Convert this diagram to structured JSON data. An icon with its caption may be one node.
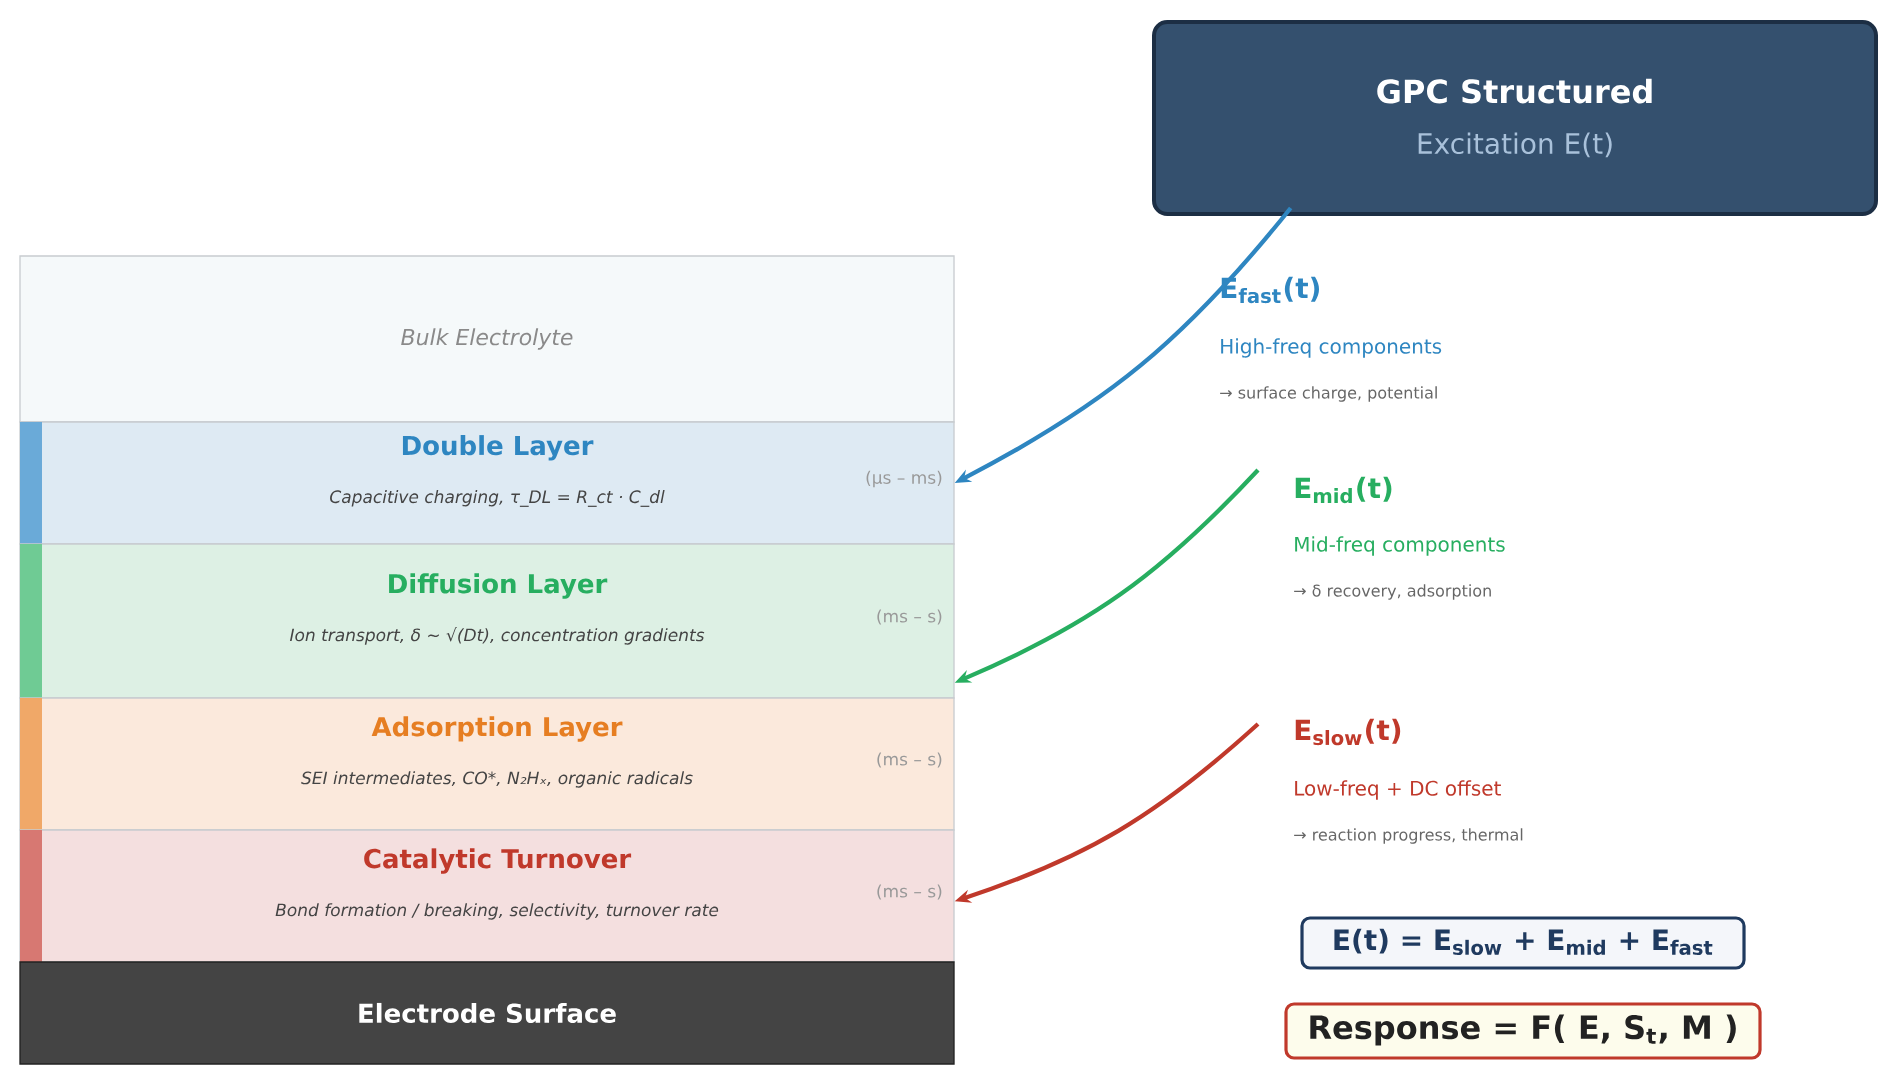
{
  "diagram": {
    "nodes": [
      {
        "text": [
          "GPC Structured",
          "Excitation E(t)"
        ]
      },
      {
        "text": [
          "Bulk Electrolyte"
        ]
      },
      {
        "text": [
          "Double Layer",
          "Capacitive charging, τ_DL = R_ct · C_dl",
          "(μs – ms)"
        ]
      },
      {
        "text": [
          "Diffusion Layer",
          "Ion transport, δ ~ √(Dt), concentration gradients",
          "(ms – s)"
        ]
      },
      {
        "text": [
          "Adsorption Layer",
          "SEI intermediates, CO*, N₂Hₓ, organic radicals",
          "(ms – s)"
        ]
      },
      {
        "text": [
          "Catalytic Turnover",
          "Bond formation / breaking, selectivity, turnover rate",
          "(ms – s)"
        ]
      },
      {
        "text": [
          "Electrode Surface"
        ]
      },
      {
        "text": [
          "E(t) = E$_{slow}$ + E$_{mid}$ + E$_{fast}$"
        ]
      },
      {
        "text": [
          "Response = F( E, S$_{t}$, M )"
        ]
      }
    ],
    "edges": [
      {
        "from": 0,
        "to": 2,
        "arrow": "to",
        "color": "#2e86c1"
      },
      {
        "from": null,
        "to": 3,
        "arrow": "to",
        "color": "#27ae60"
      },
      {
        "from": null,
        "to": 5,
        "arrow": "to",
        "color": "#c0392b"
      }
    ],
    "labels": [
      "E$_{fast}$(t)",
      "High-freq components",
      "→ surface charge, potential",
      "E$_{mid}$(t)",
      "Mid-freq components",
      "→ δ recovery, adsorption",
      "E$_{slow}$(t)",
      "Low-freq + DC offset",
      "→ reaction progress, thermal"
    ]
  }
}
